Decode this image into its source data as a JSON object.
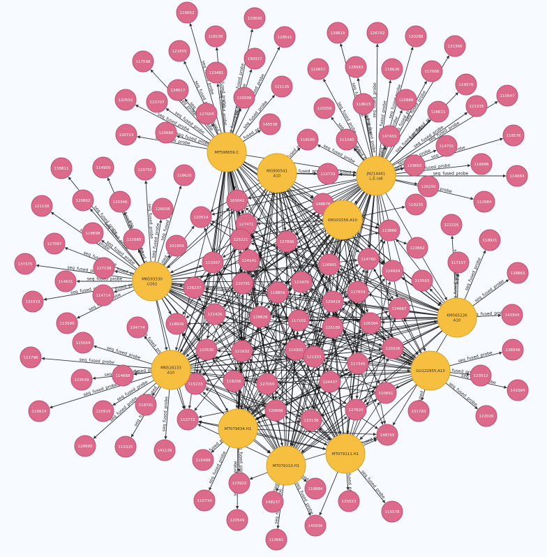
{
  "edge_label": "seq_fused_probe",
  "hubs": [
    {
      "id": "h1",
      "label": [
        "MF598659.C"
      ]
    },
    {
      "id": "h2",
      "label": [
        "MG900541",
        "A10"
      ]
    },
    {
      "id": "h3",
      "label": [
        "JN214441",
        "L.E.ra8"
      ]
    },
    {
      "id": "h4",
      "label": [
        "KM101556.A10"
      ]
    },
    {
      "id": "h5",
      "label": [
        "MN593330",
        "U262"
      ]
    },
    {
      "id": "h6",
      "label": [
        "MN528133",
        "A10"
      ]
    },
    {
      "id": "h7",
      "label": [
        "KM565226",
        "A10"
      ]
    },
    {
      "id": "h8",
      "label": [
        "GU122955.A10"
      ]
    },
    {
      "id": "h9",
      "label": [
        "MT079634.H1"
      ]
    },
    {
      "id": "h10",
      "label": [
        "MT079110.H1"
      ]
    },
    {
      "id": "h11",
      "label": [
        "MT079111.H1"
      ]
    }
  ],
  "leaves": [
    {
      "id": "n1",
      "label": "116652"
    },
    {
      "id": "n2",
      "label": "120830"
    },
    {
      "id": "n3",
      "label": "118158"
    },
    {
      "id": "n4",
      "label": "121855"
    },
    {
      "id": "n5",
      "label": "130327"
    },
    {
      "id": "n6",
      "label": "128541"
    },
    {
      "id": "n7",
      "label": "117588"
    },
    {
      "id": "n8",
      "label": "123481"
    },
    {
      "id": "n9",
      "label": "121135"
    },
    {
      "id": "n10",
      "label": "120552"
    },
    {
      "id": "n11",
      "label": "122707"
    },
    {
      "id": "n12",
      "label": "138617"
    },
    {
      "id": "n13",
      "label": "120099"
    },
    {
      "id": "n14",
      "label": "127604"
    },
    {
      "id": "n15",
      "label": "145538"
    },
    {
      "id": "n16",
      "label": "130723"
    },
    {
      "id": "n17",
      "label": "126666"
    },
    {
      "id": "n18",
      "label": "138819"
    },
    {
      "id": "n19",
      "label": "126762"
    },
    {
      "id": "n20",
      "label": "120288"
    },
    {
      "id": "n21",
      "label": "131366"
    },
    {
      "id": "n22",
      "label": "120657"
    },
    {
      "id": "n23",
      "label": "128563"
    },
    {
      "id": "n24",
      "label": "118626"
    },
    {
      "id": "n25",
      "label": "117666"
    },
    {
      "id": "n26",
      "label": "119576"
    },
    {
      "id": "n27",
      "label": "120359"
    },
    {
      "id": "n28",
      "label": "118615"
    },
    {
      "id": "n29",
      "label": "115888"
    },
    {
      "id": "n30",
      "label": "128611"
    },
    {
      "id": "n31",
      "label": "121335"
    },
    {
      "id": "n32",
      "label": "110547"
    },
    {
      "id": "n33",
      "label": "118185"
    },
    {
      "id": "n34",
      "label": "111240"
    },
    {
      "id": "n35",
      "label": "147455"
    },
    {
      "id": "n36",
      "label": "114701"
    },
    {
      "id": "n37",
      "label": "118576"
    },
    {
      "id": "n38",
      "label": "115733"
    },
    {
      "id": "n39",
      "label": "133893"
    },
    {
      "id": "n40",
      "label": "118686"
    },
    {
      "id": "n41",
      "label": "114883"
    },
    {
      "id": "n42",
      "label": "138811"
    },
    {
      "id": "n43",
      "label": "114900"
    },
    {
      "id": "n44",
      "label": "120755"
    },
    {
      "id": "n45",
      "label": "118620"
    },
    {
      "id": "n46",
      "label": "126250"
    },
    {
      "id": "n47",
      "label": "112984"
    },
    {
      "id": "n48",
      "label": "121158"
    },
    {
      "id": "n49",
      "label": "120862"
    },
    {
      "id": "n50",
      "label": "120346"
    },
    {
      "id": "n51",
      "label": "126058"
    },
    {
      "id": "n52",
      "label": "165042"
    },
    {
      "id": "n53",
      "label": "148676"
    },
    {
      "id": "n54",
      "label": "118235"
    },
    {
      "id": "n55",
      "label": "122225"
    },
    {
      "id": "n56",
      "label": "118921"
    },
    {
      "id": "n57",
      "label": "118698"
    },
    {
      "id": "n58",
      "label": "122689"
    },
    {
      "id": "n59",
      "label": "101984"
    },
    {
      "id": "n60",
      "label": "120514"
    },
    {
      "id": "n61",
      "label": "127471"
    },
    {
      "id": "n62",
      "label": "113866"
    },
    {
      "id": "n63",
      "label": "127097"
    },
    {
      "id": "n64",
      "label": "127138"
    },
    {
      "id": "n65",
      "label": "113367"
    },
    {
      "id": "n66",
      "label": "125221"
    },
    {
      "id": "n67",
      "label": "127866"
    },
    {
      "id": "n68",
      "label": "123862"
    },
    {
      "id": "n69",
      "label": "117157"
    },
    {
      "id": "n70",
      "label": "137375"
    },
    {
      "id": "n71",
      "label": "114631"
    },
    {
      "id": "n72",
      "label": "114141"
    },
    {
      "id": "n73",
      "label": "126901"
    },
    {
      "id": "n74",
      "label": "114760"
    },
    {
      "id": "n75",
      "label": "124954"
    },
    {
      "id": "n76",
      "label": "131523"
    },
    {
      "id": "n77",
      "label": "114714"
    },
    {
      "id": "n78",
      "label": "126237"
    },
    {
      "id": "n79",
      "label": "120791"
    },
    {
      "id": "n80",
      "label": "118859"
    },
    {
      "id": "n81",
      "label": "123479"
    },
    {
      "id": "n82",
      "label": "117953"
    },
    {
      "id": "n83",
      "label": "115563"
    },
    {
      "id": "n84",
      "label": "138863"
    },
    {
      "id": "n85",
      "label": "123580"
    },
    {
      "id": "n86",
      "label": "120419"
    },
    {
      "id": "n87",
      "label": "124667"
    },
    {
      "id": "n88",
      "label": "143340"
    },
    {
      "id": "n89",
      "label": "118926"
    },
    {
      "id": "n90",
      "label": "121426"
    },
    {
      "id": "n91",
      "label": "128628"
    },
    {
      "id": "n92",
      "label": "117101"
    },
    {
      "id": "n93",
      "label": "125189"
    },
    {
      "id": "n94",
      "label": "126384"
    },
    {
      "id": "n95",
      "label": "134774"
    },
    {
      "id": "n96",
      "label": "115564"
    },
    {
      "id": "n97",
      "label": "120530"
    },
    {
      "id": "n98",
      "label": "121632"
    },
    {
      "id": "n99",
      "label": "114302"
    },
    {
      "id": "n100",
      "label": "121333"
    },
    {
      "id": "n101",
      "label": "117345"
    },
    {
      "id": "n102",
      "label": "120326"
    },
    {
      "id": "n103",
      "label": "136546"
    },
    {
      "id": "n104",
      "label": "121796"
    },
    {
      "id": "n105",
      "label": "114668"
    },
    {
      "id": "n106",
      "label": "123539"
    },
    {
      "id": "n107",
      "label": "115223"
    },
    {
      "id": "n108",
      "label": "118266"
    },
    {
      "id": "n109",
      "label": "127055"
    },
    {
      "id": "n110",
      "label": "124437"
    },
    {
      "id": "n111",
      "label": "110661"
    },
    {
      "id": "n112",
      "label": "123512"
    },
    {
      "id": "n113",
      "label": "143384"
    },
    {
      "id": "n114",
      "label": "119624"
    },
    {
      "id": "n115",
      "label": "120919"
    },
    {
      "id": "n116",
      "label": "118791"
    },
    {
      "id": "n117",
      "label": "120666"
    },
    {
      "id": "n118",
      "label": "127620"
    },
    {
      "id": "n119",
      "label": "151783"
    },
    {
      "id": "n120",
      "label": "122026"
    },
    {
      "id": "n121",
      "label": "112772"
    },
    {
      "id": "n122",
      "label": "132138"
    },
    {
      "id": "n123",
      "label": "148765"
    },
    {
      "id": "n124",
      "label": "128990"
    },
    {
      "id": "n125",
      "label": "115325"
    },
    {
      "id": "n126",
      "label": "141139"
    },
    {
      "id": "n127",
      "label": "115489"
    },
    {
      "id": "n128",
      "label": "123922"
    },
    {
      "id": "n129",
      "label": "118884"
    },
    {
      "id": "n130",
      "label": "115734"
    },
    {
      "id": "n131",
      "label": "148237"
    },
    {
      "id": "n132",
      "label": "125023"
    },
    {
      "id": "n133",
      "label": "115578"
    },
    {
      "id": "n134",
      "label": "120549"
    },
    {
      "id": "n135",
      "label": "145936"
    },
    {
      "id": "n136",
      "label": "113661"
    }
  ]
}
